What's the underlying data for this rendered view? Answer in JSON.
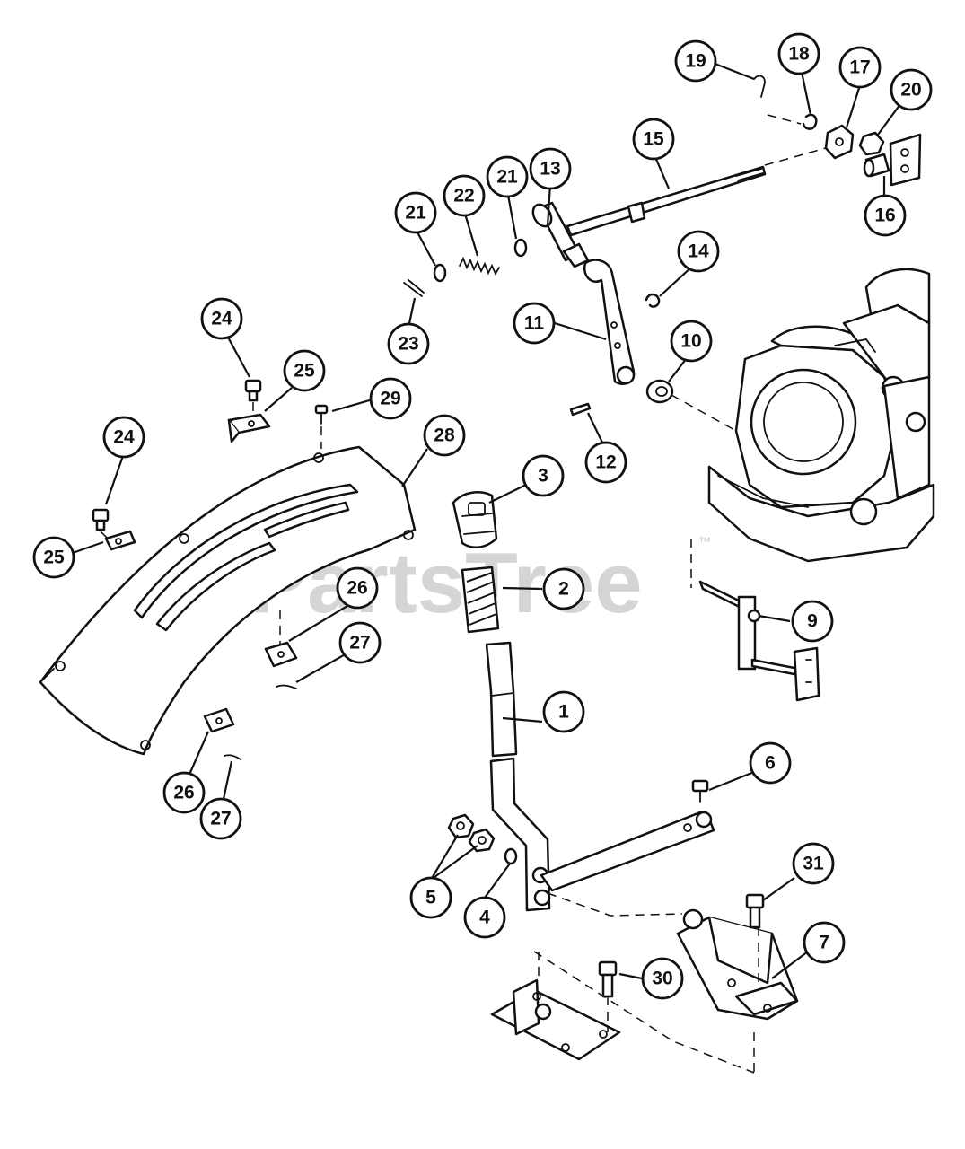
{
  "watermark": {
    "brand": "PartsTree",
    "trademark": "™"
  },
  "callouts": [
    {
      "label": "1"
    },
    {
      "label": "2"
    },
    {
      "label": "3"
    },
    {
      "label": "4"
    },
    {
      "label": "5"
    },
    {
      "label": "6"
    },
    {
      "label": "7"
    },
    {
      "label": "9"
    },
    {
      "label": "10"
    },
    {
      "label": "11"
    },
    {
      "label": "12"
    },
    {
      "label": "13"
    },
    {
      "label": "14"
    },
    {
      "label": "15"
    },
    {
      "label": "16"
    },
    {
      "label": "17"
    },
    {
      "label": "18"
    },
    {
      "label": "19"
    },
    {
      "label": "20"
    },
    {
      "label": "21"
    },
    {
      "label": "21"
    },
    {
      "label": "22"
    },
    {
      "label": "23"
    },
    {
      "label": "24"
    },
    {
      "label": "24"
    },
    {
      "label": "25"
    },
    {
      "label": "25"
    },
    {
      "label": "26"
    },
    {
      "label": "26"
    },
    {
      "label": "27"
    },
    {
      "label": "27"
    },
    {
      "label": "28"
    },
    {
      "label": "29"
    },
    {
      "label": "30"
    },
    {
      "label": "31"
    }
  ]
}
